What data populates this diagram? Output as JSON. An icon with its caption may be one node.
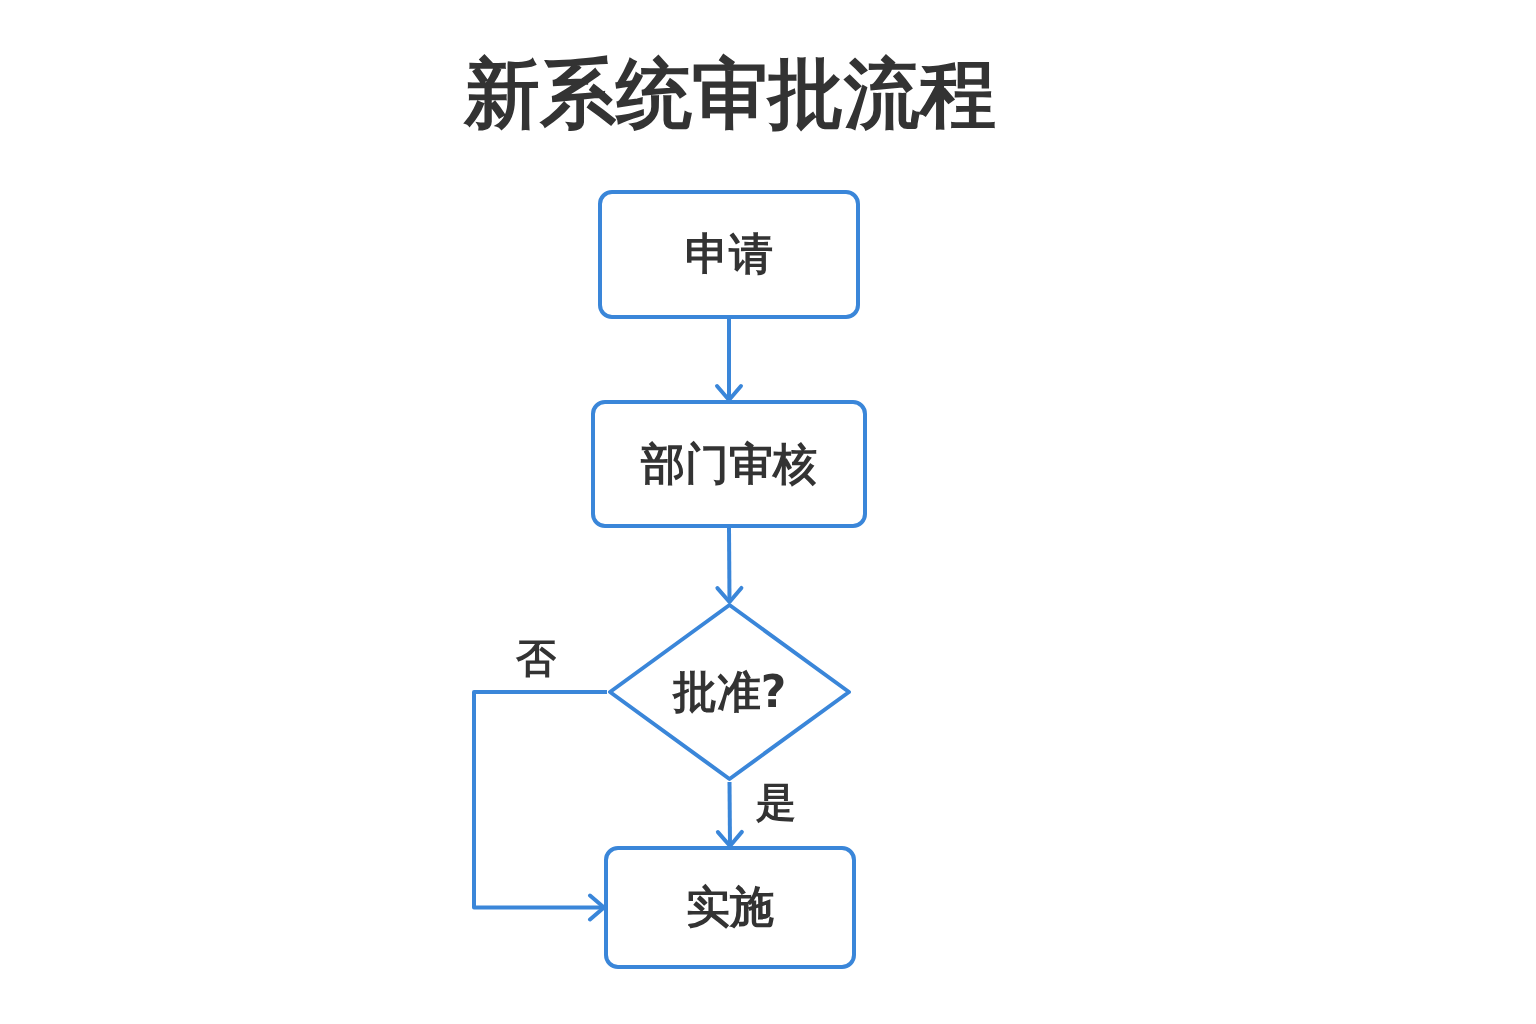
{
  "diagram": {
    "title": "新系统审批流程",
    "nodes": [
      {
        "text": [
          "申请"
        ]
      },
      {
        "text": [
          "部门审核"
        ]
      },
      {
        "text": [
          "批准?"
        ]
      },
      {
        "text": [
          "实施"
        ]
      }
    ],
    "edges": [
      {
        "from": 0,
        "to": 1,
        "arrow": "to"
      },
      {
        "from": 1,
        "to": 2,
        "arrow": "to"
      },
      {
        "from": 2,
        "to": 3,
        "arrow": "to",
        "label": "是"
      },
      {
        "from": 2,
        "to": 3,
        "arrow": "to",
        "label": "否"
      }
    ]
  }
}
